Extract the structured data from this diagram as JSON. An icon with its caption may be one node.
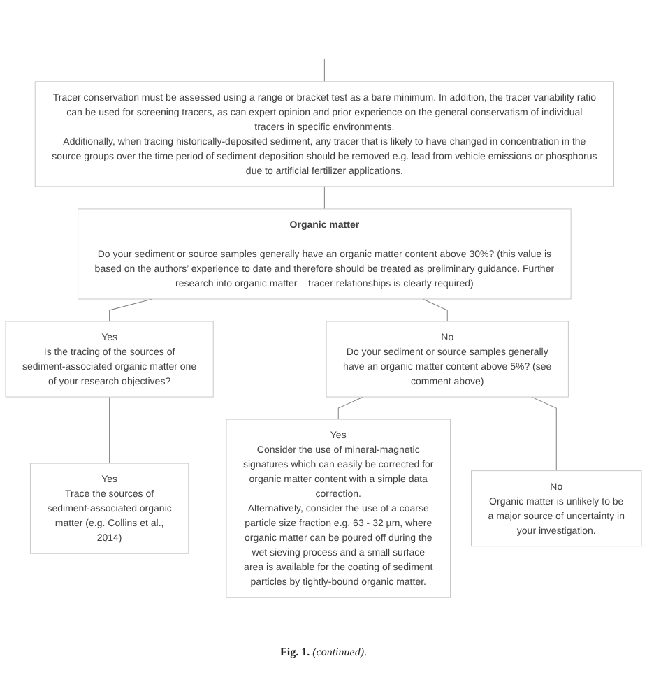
{
  "diagram": {
    "nodes": [
      {
        "text": [
          "Tracer conservation must be assessed using a range or bracket test as a bare minimum. In addition, the tracer variability ratio can be used for screening tracers, as can expert opinion and prior experience on the general conservatism of individual tracers in specific environments.",
          "Additionally, when tracing historically-deposited sediment, any tracer that is likely to have changed in concentration in the source groups over the time period of sediment deposition should be removed e.g. lead from vehicle emissions or phosphorus due to artificial fertilizer applications."
        ]
      },
      {
        "text": [
          "Organic matter",
          "Do your sediment or source samples generally have an organic matter content above 30%? (this value is based on the authors’ experience to date and therefore should be treated as preliminary guidance. Further research into organic matter – tracer relationships is clearly required)"
        ]
      },
      {
        "text": [
          "Yes",
          "Is the tracing of the sources of sediment-associated organic matter one of your research objectives?"
        ]
      },
      {
        "text": [
          "No",
          "Do your sediment or source samples generally have an organic matter content above 5%? (see comment above)"
        ]
      },
      {
        "text": [
          "Yes",
          "Trace the sources of sediment-associated organic matter (e.g. Collins et al., 2014)"
        ]
      },
      {
        "text": [
          "Yes",
          "Consider the use of mineral-magnetic signatures which can easily be corrected for organic matter content with a simple data correction.",
          "Alternatively, consider the use of a coarse particle size fraction e.g. 63 - 32 µm, where organic matter can be poured off during the wet sieving process and a small surface area is available for the coating of sediment particles by tightly-bound organic matter."
        ]
      },
      {
        "text": [
          "No",
          "Organic matter is unlikely to be a major source of uncertainty in your investigation."
        ]
      }
    ],
    "edges": [
      {
        "from": null,
        "to": 0,
        "arrow": "none"
      },
      {
        "from": 0,
        "to": 1,
        "arrow": "none"
      },
      {
        "from": 1,
        "to": 2,
        "arrow": "none"
      },
      {
        "from": 1,
        "to": 3,
        "arrow": "none"
      },
      {
        "from": 2,
        "to": 4,
        "arrow": "none"
      },
      {
        "from": 3,
        "to": 5,
        "arrow": "none"
      },
      {
        "from": 3,
        "to": 6,
        "arrow": "none"
      }
    ],
    "caption": "**Fig. 1.** *(continued)*."
  }
}
